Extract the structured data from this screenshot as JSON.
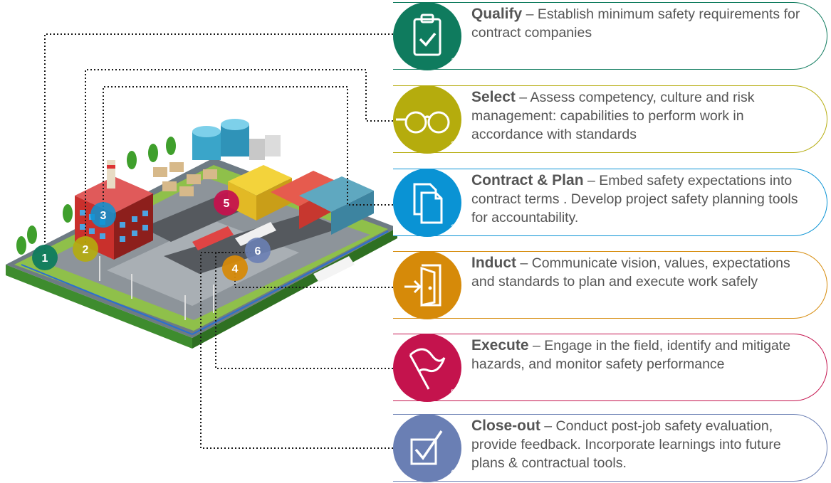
{
  "steps": [
    {
      "number": "1",
      "title": "Qualify",
      "dash": " – ",
      "desc": "Establish minimum safety requirements for contract companies",
      "color": "#0f7b5e",
      "icon": "clipboard-check-icon"
    },
    {
      "number": "2",
      "title": "Select",
      "dash": " – ",
      "desc": "Assess competency, culture and risk management: capabilities to perform work in accordance with standards",
      "color": "#b5ac0d",
      "icon": "glasses-icon"
    },
    {
      "number": "3",
      "title": "Contract & Plan",
      "dash": " – ",
      "desc": "Embed safety expectations  into contract terms . Develop project safety planning tools for accountability.",
      "color": "#0a93d4",
      "icon": "documents-icon"
    },
    {
      "number": "4",
      "title": "Induct",
      "dash": " – ",
      "desc": "Communicate vision, values, expectations and standards to plan and execute work safely",
      "color": "#d68a09",
      "icon": "door-enter-icon"
    },
    {
      "number": "5",
      "title": "Execute",
      "dash": " – ",
      "desc": "Engage in the field, identify and mitigate hazards, and monitor safety performance",
      "color": "#c4134d",
      "icon": "flag-icon"
    },
    {
      "number": "6",
      "title": "Close-out",
      "dash": " – ",
      "desc": "Conduct post-job safety evaluation, provide  feedback. Incorporate learnings into future plans & contractual tools.",
      "color": "#6a7fb4",
      "icon": "checkbox-icon"
    }
  ],
  "markers": [
    {
      "number": "1",
      "color": "#0f7b5e"
    },
    {
      "number": "2",
      "color": "#b5ac0d"
    },
    {
      "number": "3",
      "color": "#0a93d4"
    },
    {
      "number": "4",
      "color": "#d68a09"
    },
    {
      "number": "5",
      "color": "#c4134d"
    },
    {
      "number": "6",
      "color": "#6a7fb4"
    }
  ]
}
